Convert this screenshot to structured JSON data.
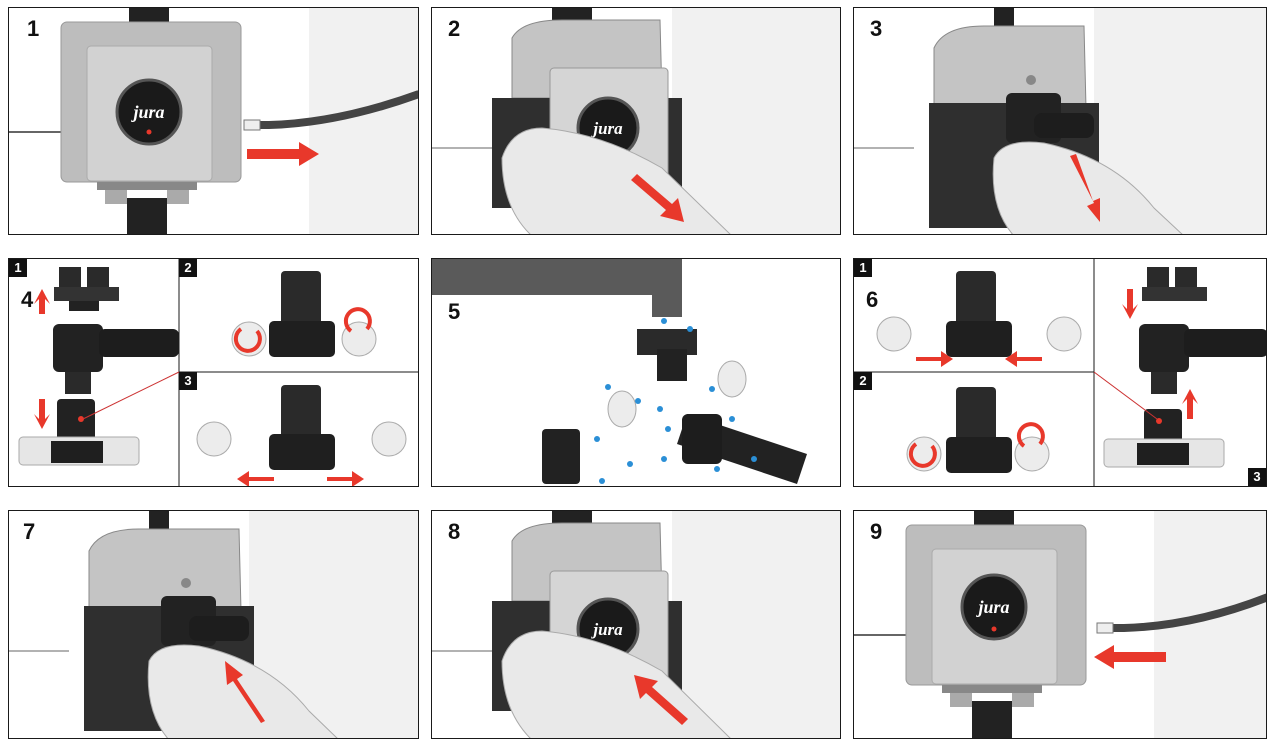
{
  "steps": [
    {
      "number": "1"
    },
    {
      "number": "2"
    },
    {
      "number": "3"
    },
    {
      "number": "4",
      "substeps": [
        "1",
        "2",
        "3"
      ]
    },
    {
      "number": "5"
    },
    {
      "number": "6",
      "substeps": [
        "1",
        "2",
        "3"
      ]
    },
    {
      "number": "7"
    },
    {
      "number": "8"
    },
    {
      "number": "9"
    }
  ],
  "brand": {
    "logo_text": "jura"
  },
  "colors": {
    "arrow": "#e8382b",
    "outline": "#1a1a1a",
    "machine_gray": "#b8b8b8",
    "dark_part": "#333333",
    "water_drop": "#2b8fd6"
  }
}
